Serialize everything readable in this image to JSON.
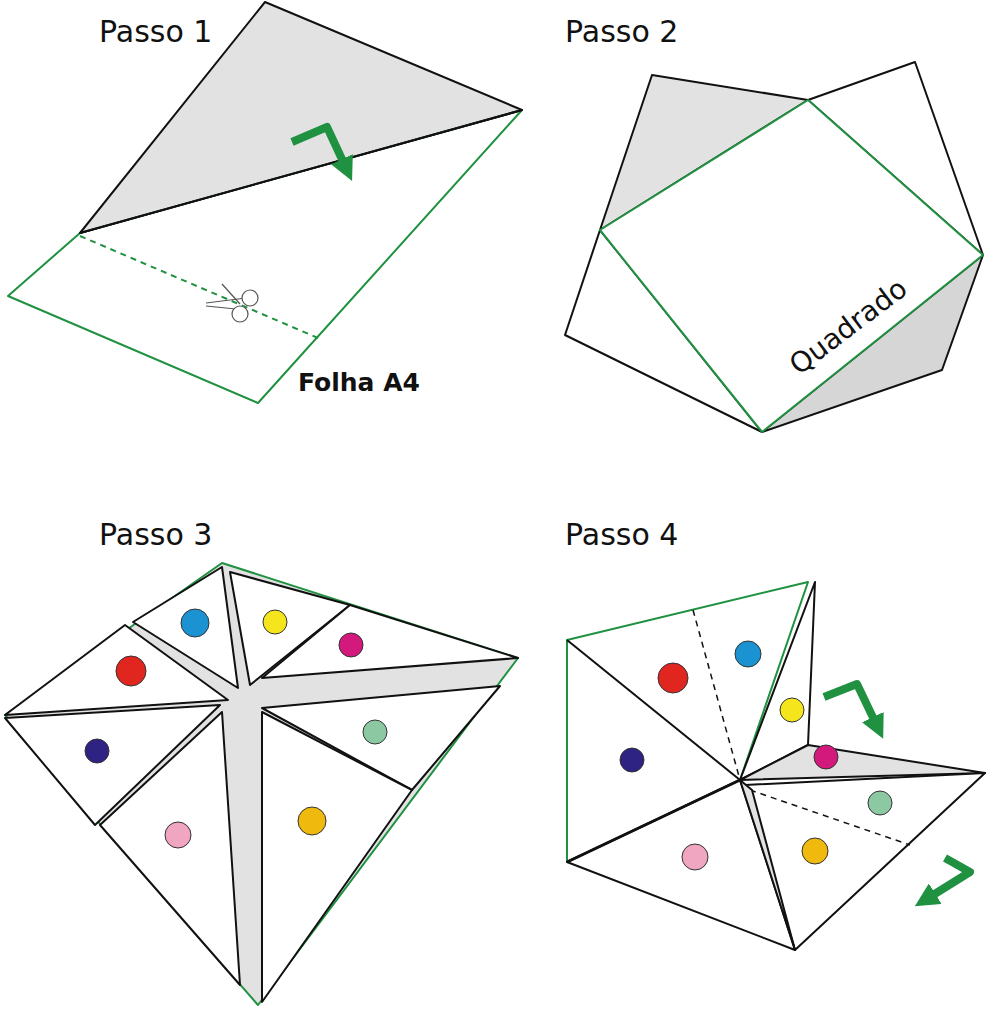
{
  "diagram": {
    "labels": [
      "Passo 1",
      "Passo 2",
      "Passo 3",
      "Passo 4",
      "Folha A4",
      "Quadrado"
    ]
  }
}
